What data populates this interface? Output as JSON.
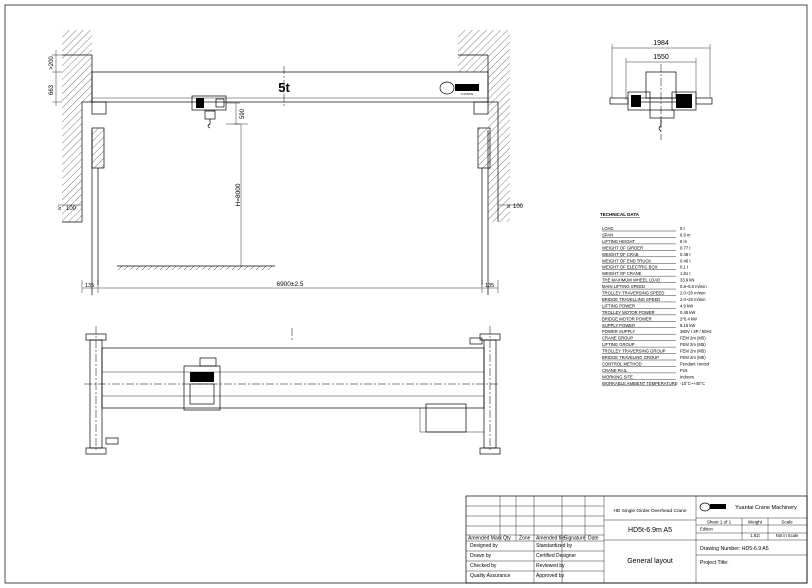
{
  "front_view": {
    "capacity": "5t",
    "dim_top_clearance": ">200",
    "dim_height_663": "663",
    "dim_hook_590": "590",
    "dim_lift_height": "H=8000",
    "dim_left_gap": "100",
    "dim_right_gap": "100",
    "dim_left_135": "135",
    "dim_right_135": "135",
    "dim_span": "6900±2.5"
  },
  "side_view": {
    "dim_overall": "1984",
    "dim_wheelbase": "1550"
  },
  "tech_data": {
    "title": "TECHNICAL DATA",
    "rows": [
      {
        "label": "LOAD",
        "value": "5 t"
      },
      {
        "label": "SPAN",
        "value": "6.9 m"
      },
      {
        "label": "LIFTING HEIGHT",
        "value": "8 m"
      },
      {
        "label": "WEIGHT OF GIRDER",
        "value": "0.77 t"
      },
      {
        "label": "WEIGHT OF CRAB",
        "value": "0.48 t"
      },
      {
        "label": "WEIGHT OF END TRUCK",
        "value": "0.46 t"
      },
      {
        "label": "WEIGHT OF ELECTRIC BOX",
        "value": "0.1 t"
      },
      {
        "label": "WEIGHT OF CRANE",
        "value": "1.81 t"
      },
      {
        "label": "THE MAXIMUM WHEEL LOAD",
        "value": "33.9 kN"
      },
      {
        "label": "MAIN LIFTING SPEED",
        "value": "0.8~5.0 m/min"
      },
      {
        "label": "TROLLEY TRAVERSING SPEED",
        "value": "2.0~20 m/min"
      },
      {
        "label": "BRIDGE TRAVELLING SPEED",
        "value": "2.0~20 m/min"
      },
      {
        "label": "LIFTING POWER",
        "value": "4.9 kW"
      },
      {
        "label": "TROLLEY MOTOR POWER",
        "value": "0.45 kW"
      },
      {
        "label": "BRIDGE MOTOR POWER",
        "value": "2*0.4 kW"
      },
      {
        "label": "SUPPLY POWER",
        "value": "6.15 kW"
      },
      {
        "label": "POWER SUPPLY",
        "value": "380V / 3P / 50Hz"
      },
      {
        "label": "CRANE GROUP",
        "value": "FEM 2m (M5)"
      },
      {
        "label": "LIFTING GROUP",
        "value": "FEM 2m (M5)"
      },
      {
        "label": "TROLLEY TRAVERSING GROUP",
        "value": "FEM 2m (M5)"
      },
      {
        "label": "BRIDGE TRAVELING GROUP",
        "value": "FEM 2m (M5)"
      },
      {
        "label": "CONTROL METHOD",
        "value": "Pendant control"
      },
      {
        "label": "CRANE RAIL",
        "value": "P15"
      },
      {
        "label": "WORKING SITE",
        "value": "Indoors"
      },
      {
        "label": "WORKABLE AMBIENT TEMPERATURE",
        "value": "-10°C~+40°C"
      }
    ]
  },
  "title_block": {
    "company": "Yuantai Crane Machinery",
    "product": "HD Single Girder Overhead Crane",
    "model": "HD5t-6.9m A5",
    "drawing_title": "General layout",
    "sheet": "Sheet 1 of 1",
    "weight_label": "Weight",
    "scale_label": "Scale",
    "edition_label": "Edition",
    "weight_value": "1.81t",
    "scale_value": "Not in Scale",
    "drawing_number": "Drawing Number: HD5-6.9 A5",
    "project_title": "Project Title:",
    "rev_headers": [
      "Amended Mark",
      "Qty",
      "Zone",
      "Amended file",
      "Signature",
      "Date"
    ],
    "roles_left": [
      "Designed by",
      "Drawn by",
      "Checked by",
      "Quality Assurance"
    ],
    "roles_right": [
      "Standardized by",
      "Certified Designer",
      "Reviewed by",
      "Approved by"
    ]
  }
}
